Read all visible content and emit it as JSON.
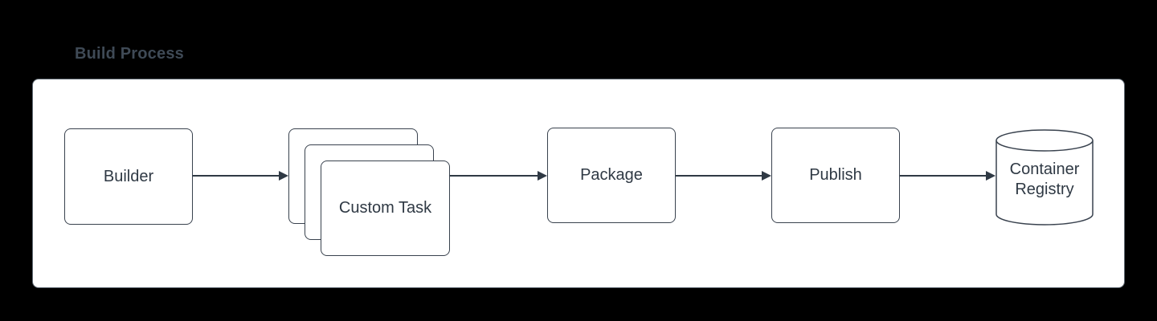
{
  "title": "Build Process",
  "colors": {
    "background": "#000000",
    "canvas_fill": "#ffffff",
    "canvas_border": "#5f6973",
    "shape_stroke": "#39424e",
    "text": "#2f3944",
    "title_text": "#3f4a56",
    "arrow": "#2f3944"
  },
  "diagram": {
    "nodes": [
      {
        "id": "builder",
        "label": "Builder",
        "shape": "rounded-rectangle"
      },
      {
        "id": "custom-task",
        "label": "Custom Task",
        "shape": "stacked-rounded-rectangles",
        "stack_count": 3
      },
      {
        "id": "package",
        "label": "Package",
        "shape": "rounded-rectangle"
      },
      {
        "id": "publish",
        "label": "Publish",
        "shape": "rounded-rectangle"
      },
      {
        "id": "container-registry",
        "label": "Container Registry",
        "shape": "cylinder"
      }
    ],
    "edges": [
      {
        "from": "builder",
        "to": "custom-task"
      },
      {
        "from": "custom-task",
        "to": "package"
      },
      {
        "from": "package",
        "to": "publish"
      },
      {
        "from": "publish",
        "to": "container-registry"
      }
    ]
  }
}
